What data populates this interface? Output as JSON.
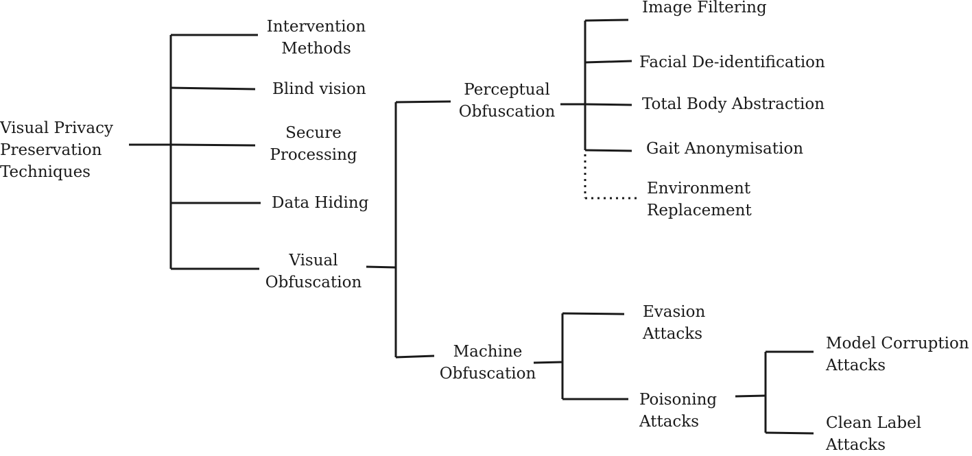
{
  "diagram": {
    "root": [
      "Visual Privacy",
      "Preservation",
      "Techniques"
    ],
    "level1": {
      "intervention": [
        "Intervention",
        "Methods"
      ],
      "blind_vision": [
        "Blind vision"
      ],
      "secure_processing": [
        "Secure",
        "Processing"
      ],
      "data_hiding": [
        "Data Hiding"
      ],
      "visual_obfuscation": [
        "Visual",
        "Obfuscation"
      ]
    },
    "level2": {
      "perceptual": [
        "Perceptual",
        "Obfuscation"
      ],
      "machine": [
        "Machine",
        "Obfuscation"
      ]
    },
    "perceptual_children": {
      "image_filtering": [
        "Image Filtering"
      ],
      "facial_deid": [
        "Facial De-identification"
      ],
      "total_body": [
        "Total Body Abstraction"
      ],
      "gait": [
        "Gait Anonymisation"
      ],
      "environment": [
        "Environment",
        "Replacement"
      ]
    },
    "machine_children": {
      "evasion": [
        "Evasion",
        "Attacks"
      ],
      "poisoning": [
        "Poisoning",
        "Attacks"
      ]
    },
    "poisoning_children": {
      "model_corruption": [
        "Model Corruption",
        "Attacks"
      ],
      "clean_label": [
        "Clean Label",
        "Attacks"
      ]
    },
    "colors": {
      "line": "#1a1a1a",
      "text": "#1a1a1a"
    }
  }
}
